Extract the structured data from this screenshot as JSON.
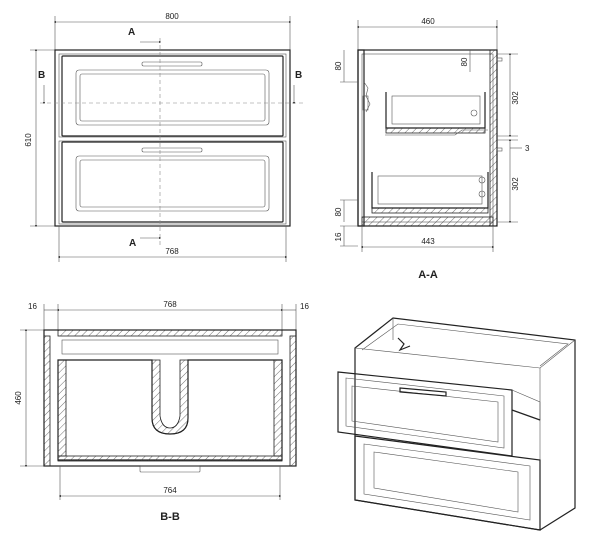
{
  "front_view": {
    "width_label": "800",
    "height_label": "610",
    "inner_width_label": "768",
    "section_a_top": "A",
    "section_a_bottom": "A",
    "section_b_left": "B",
    "section_b_right": "B"
  },
  "side_view": {
    "depth_label": "460",
    "drawer_height_upper": "302",
    "drawer_height_lower": "302",
    "gap_label": "3",
    "top_offset_left": "80",
    "top_offset_right": "80",
    "bottom_offset": "80",
    "base_offset": "16",
    "inner_depth_label": "443",
    "title": "A-A"
  },
  "plan_view": {
    "inner_width_label": "768",
    "side_left_label": "16",
    "side_right_label": "16",
    "depth_label": "460",
    "bottom_width_label": "764",
    "title": "B-B"
  }
}
